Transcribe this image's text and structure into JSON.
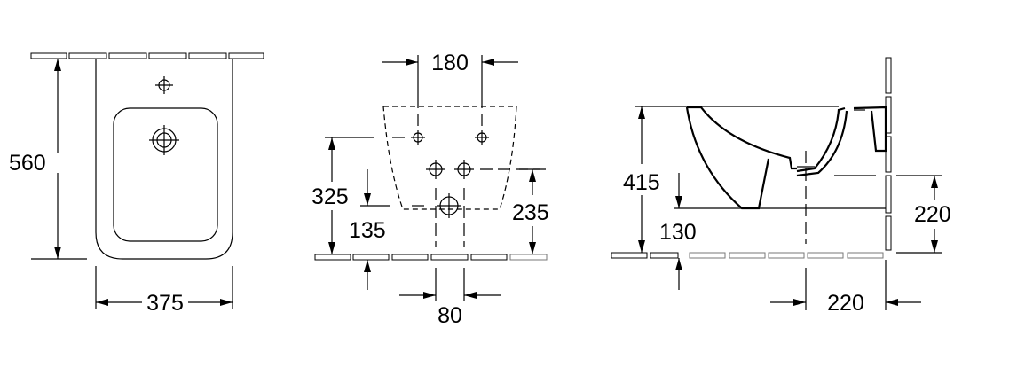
{
  "drawing": {
    "front_view": {
      "height_label": "560",
      "width_label": "375"
    },
    "rear_view": {
      "bolt_spacing_label": "180",
      "bolt_height_label": "325",
      "waste_height_label": "135",
      "supply_height_label": "235",
      "supply_spacing_label": "80"
    },
    "side_view": {
      "rim_height_label": "415",
      "bottom_height_label": "130",
      "outlet_height_label": "220",
      "outlet_distance_label": "220"
    }
  }
}
